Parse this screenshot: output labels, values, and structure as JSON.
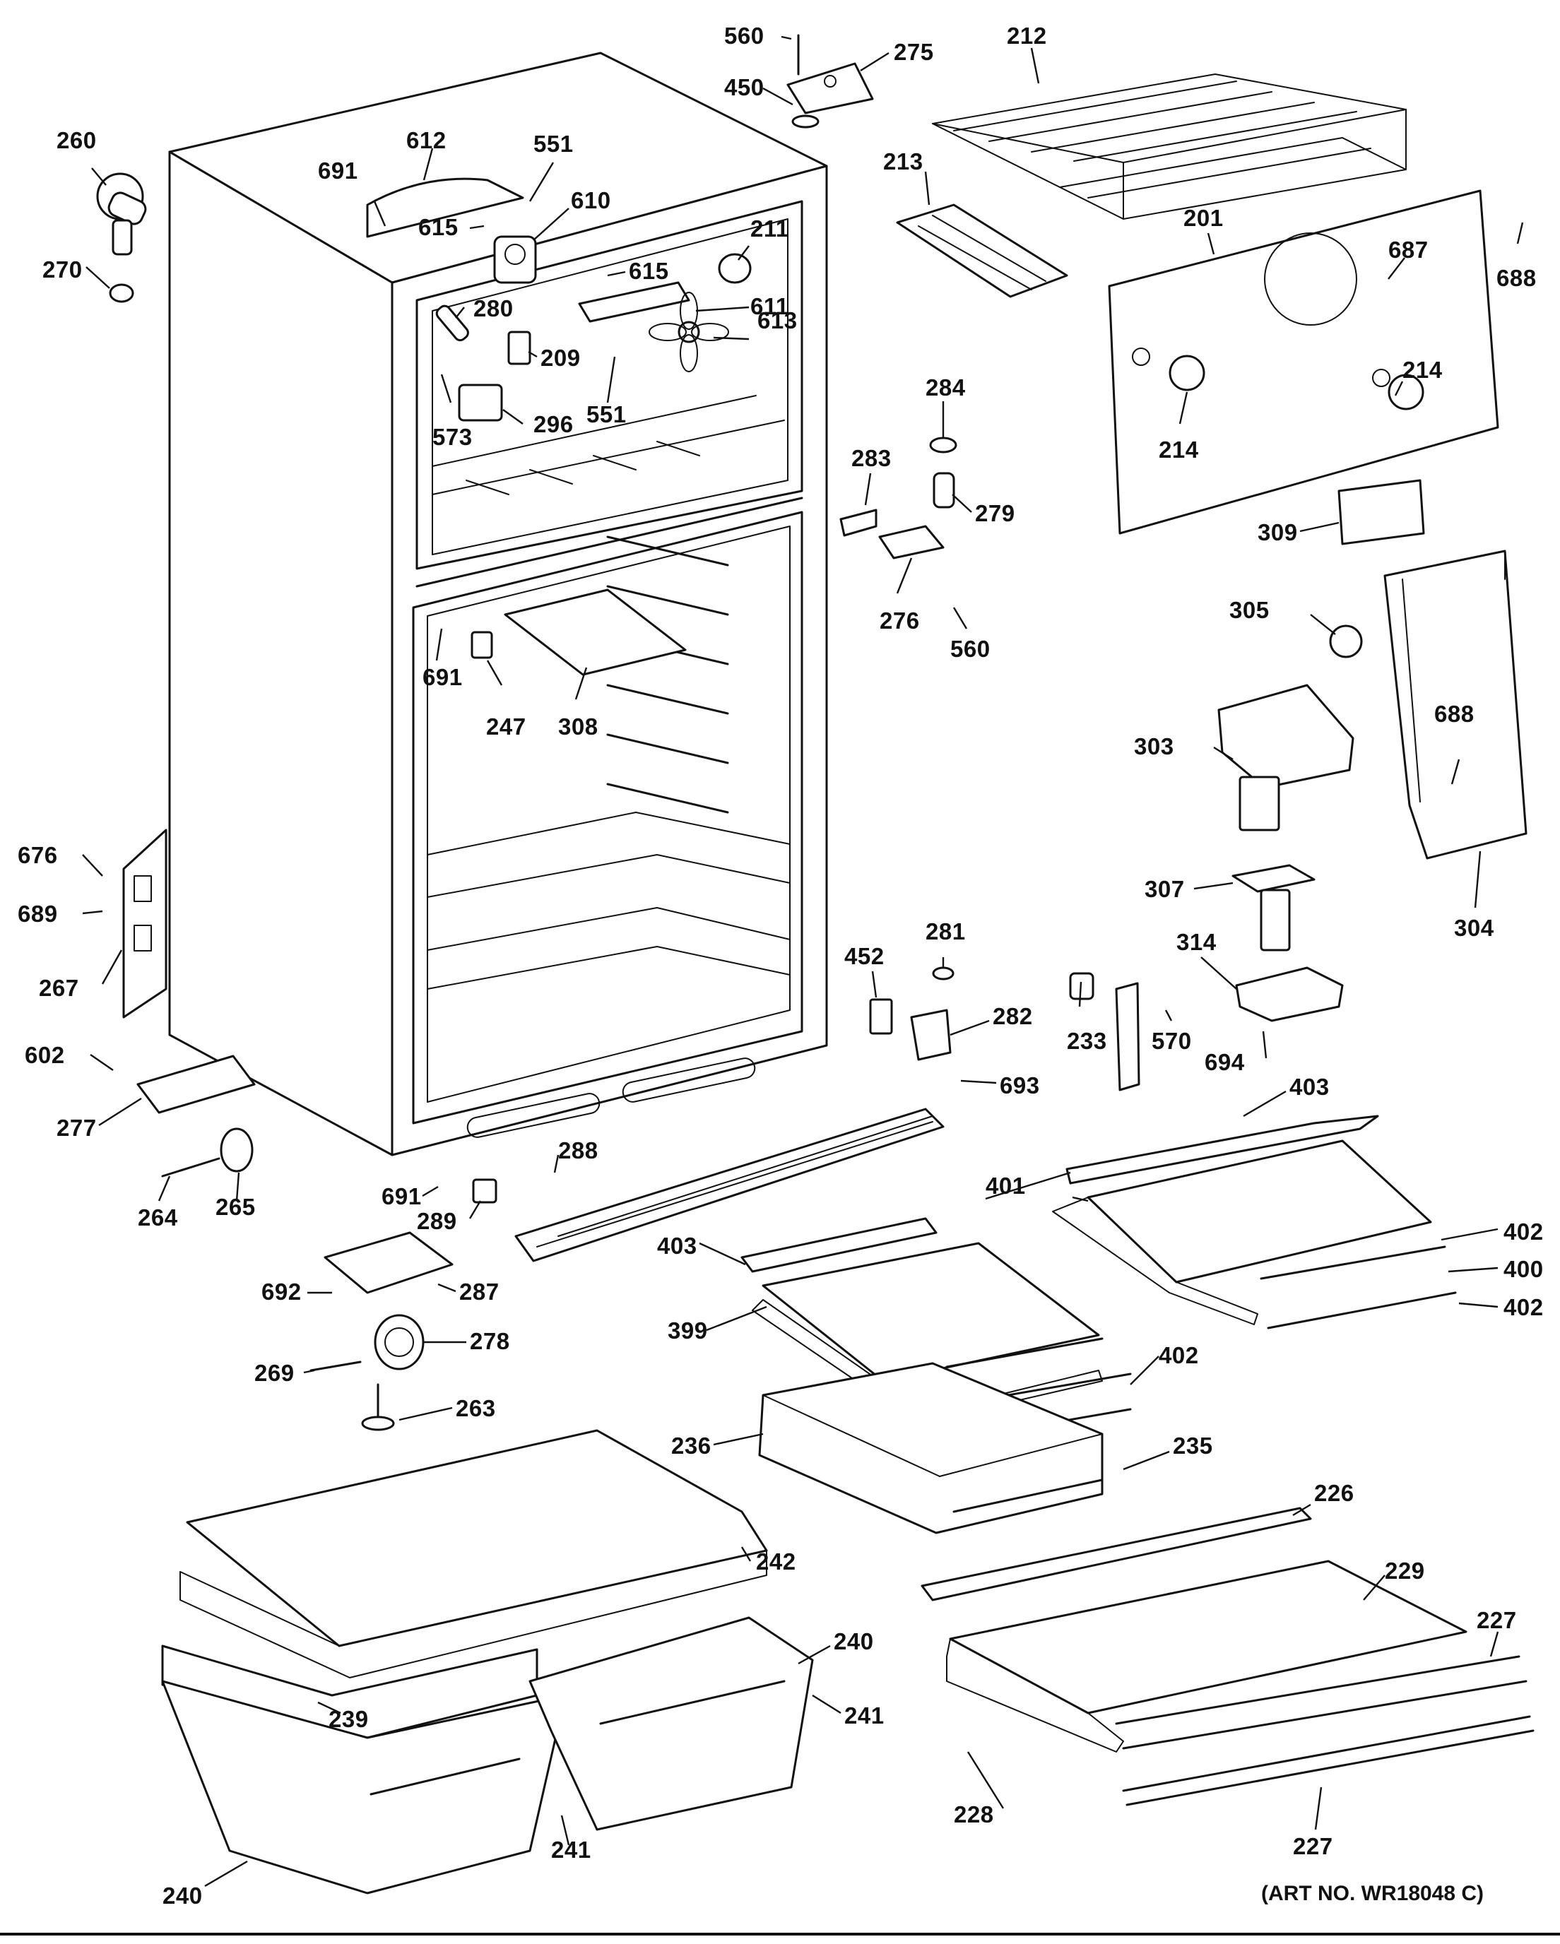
{
  "art_number": "(ART NO. WR18048 C)",
  "callouts": [
    {
      "id": "c560a",
      "text": "560"
    },
    {
      "id": "c275",
      "text": "275"
    },
    {
      "id": "c450",
      "text": "450"
    },
    {
      "id": "c212",
      "text": "212"
    },
    {
      "id": "c260",
      "text": "260"
    },
    {
      "id": "c612",
      "text": "612"
    },
    {
      "id": "c551a",
      "text": "551"
    },
    {
      "id": "c691a",
      "text": "691"
    },
    {
      "id": "c610",
      "text": "610"
    },
    {
      "id": "c615a",
      "text": "615"
    },
    {
      "id": "c213",
      "text": "213"
    },
    {
      "id": "c211",
      "text": "211"
    },
    {
      "id": "c201",
      "text": "201"
    },
    {
      "id": "c688a",
      "text": "688"
    },
    {
      "id": "c687",
      "text": "687"
    },
    {
      "id": "c270",
      "text": "270"
    },
    {
      "id": "c615b",
      "text": "615"
    },
    {
      "id": "c280",
      "text": "280"
    },
    {
      "id": "c611",
      "text": "611"
    },
    {
      "id": "c613",
      "text": "613"
    },
    {
      "id": "c209",
      "text": "209"
    },
    {
      "id": "c573",
      "text": "573"
    },
    {
      "id": "c296",
      "text": "296"
    },
    {
      "id": "c551b",
      "text": "551"
    },
    {
      "id": "c284",
      "text": "284"
    },
    {
      "id": "c214a",
      "text": "214"
    },
    {
      "id": "c214b",
      "text": "214"
    },
    {
      "id": "c283",
      "text": "283"
    },
    {
      "id": "c279",
      "text": "279"
    },
    {
      "id": "c309",
      "text": "309"
    },
    {
      "id": "c276",
      "text": "276"
    },
    {
      "id": "c560b",
      "text": "560"
    },
    {
      "id": "c305",
      "text": "305"
    },
    {
      "id": "c691b",
      "text": "691"
    },
    {
      "id": "c247",
      "text": "247"
    },
    {
      "id": "c308",
      "text": "308"
    },
    {
      "id": "c303",
      "text": "303"
    },
    {
      "id": "c688b",
      "text": "688"
    },
    {
      "id": "c676",
      "text": "676"
    },
    {
      "id": "c689",
      "text": "689"
    },
    {
      "id": "c307",
      "text": "307"
    },
    {
      "id": "c304",
      "text": "304"
    },
    {
      "id": "c267",
      "text": "267"
    },
    {
      "id": "c452",
      "text": "452"
    },
    {
      "id": "c281",
      "text": "281"
    },
    {
      "id": "c314",
      "text": "314"
    },
    {
      "id": "c282",
      "text": "282"
    },
    {
      "id": "c233",
      "text": "233"
    },
    {
      "id": "c570",
      "text": "570"
    },
    {
      "id": "c602",
      "text": "602"
    },
    {
      "id": "c693",
      "text": "693"
    },
    {
      "id": "c694",
      "text": "694"
    },
    {
      "id": "c277",
      "text": "277"
    },
    {
      "id": "c403a",
      "text": "403"
    },
    {
      "id": "c288",
      "text": "288"
    },
    {
      "id": "c264",
      "text": "264"
    },
    {
      "id": "c265",
      "text": "265"
    },
    {
      "id": "c691c",
      "text": "691"
    },
    {
      "id": "c289",
      "text": "289"
    },
    {
      "id": "c401",
      "text": "401"
    },
    {
      "id": "c402a",
      "text": "402"
    },
    {
      "id": "c403b",
      "text": "403"
    },
    {
      "id": "c400",
      "text": "400"
    },
    {
      "id": "c692",
      "text": "692"
    },
    {
      "id": "c287",
      "text": "287"
    },
    {
      "id": "c402b",
      "text": "402"
    },
    {
      "id": "c399",
      "text": "399"
    },
    {
      "id": "c278",
      "text": "278"
    },
    {
      "id": "c402c",
      "text": "402"
    },
    {
      "id": "c269",
      "text": "269"
    },
    {
      "id": "c263",
      "text": "263"
    },
    {
      "id": "c236",
      "text": "236"
    },
    {
      "id": "c235",
      "text": "235"
    },
    {
      "id": "c226",
      "text": "226"
    },
    {
      "id": "c242",
      "text": "242"
    },
    {
      "id": "c229",
      "text": "229"
    },
    {
      "id": "c240a",
      "text": "240"
    },
    {
      "id": "c227a",
      "text": "227"
    },
    {
      "id": "c241a",
      "text": "241"
    },
    {
      "id": "c239",
      "text": "239"
    },
    {
      "id": "c228",
      "text": "228"
    },
    {
      "id": "c241b",
      "text": "241"
    },
    {
      "id": "c227b",
      "text": "227"
    },
    {
      "id": "c240b",
      "text": "240"
    }
  ]
}
